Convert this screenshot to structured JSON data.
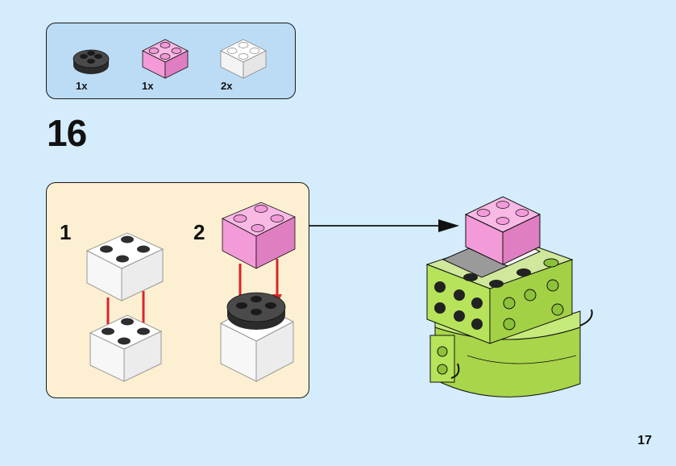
{
  "parts_list": {
    "items": [
      {
        "part": "round-plate-2x2-black",
        "qty": "1x"
      },
      {
        "part": "brick-2x2-pink",
        "qty": "1x"
      },
      {
        "part": "brick-2x2-transparent",
        "qty": "2x"
      }
    ]
  },
  "step": {
    "number": "16"
  },
  "sub_steps": [
    {
      "number": "1"
    },
    {
      "number": "2"
    }
  ],
  "page": {
    "number": "17"
  },
  "colors": {
    "background": "#d4ecfb",
    "parts_box": "#bcdcf6",
    "substep_box": "#fdf0d2",
    "pink": "#f39ad8",
    "lime": "#b7e35b",
    "arrow_red": "#d9252a"
  }
}
